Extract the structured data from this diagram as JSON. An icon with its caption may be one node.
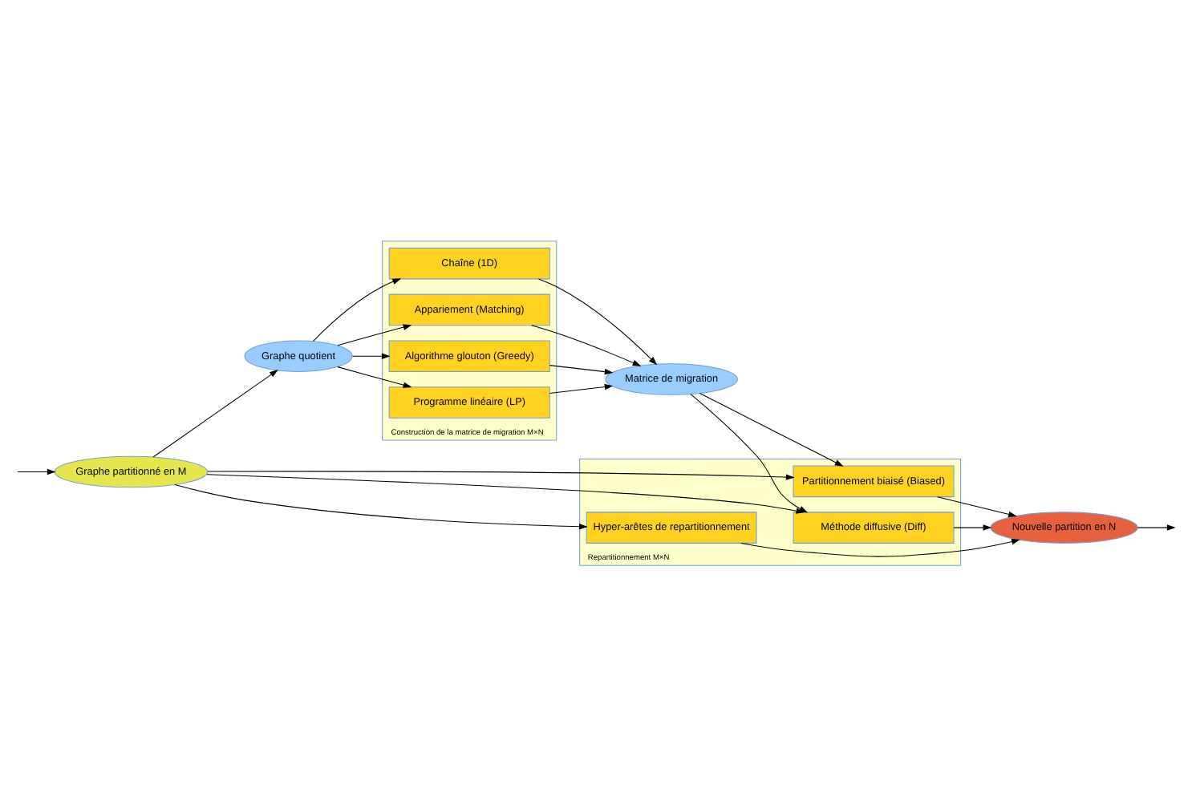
{
  "diagram": {
    "nodes": [
      {
        "text": [
          "Graphe quotient"
        ]
      },
      {
        "text": [
          "Construction de la matrice de migration M×N"
        ]
      },
      {
        "text": [
          "Chaîne (1D)"
        ],
        "in": 1
      },
      {
        "text": [
          "Appariement (Matching)"
        ],
        "in": 1
      },
      {
        "text": [
          "Algorithme glouton (Greedy)"
        ],
        "in": 1
      },
      {
        "text": [
          "Programme linéaire (LP)"
        ],
        "in": 1
      },
      {
        "text": [
          "Matrice de migration"
        ]
      },
      {
        "text": [
          "Repartitionnement M×N"
        ]
      },
      {
        "text": [
          "Partitionnement biaisé (Biased)"
        ],
        "in": 7
      },
      {
        "text": [
          "Méthode diffusive (Diff)"
        ],
        "in": 7
      },
      {
        "text": [
          "Hyper-arêtes de repartitionnement"
        ],
        "in": 7
      },
      {
        "text": [
          "Graphe partitionné en M"
        ]
      },
      {
        "text": [
          "Nouvelle partition en N"
        ]
      }
    ],
    "edges": [
      {
        "from": null,
        "to": 11,
        "arrow": "to"
      },
      {
        "from": 11,
        "to": 0,
        "arrow": "to"
      },
      {
        "from": 0,
        "to": 2,
        "arrow": "to"
      },
      {
        "from": 0,
        "to": 3,
        "arrow": "to"
      },
      {
        "from": 0,
        "to": 4,
        "arrow": "to"
      },
      {
        "from": 0,
        "to": 5,
        "arrow": "to"
      },
      {
        "from": 2,
        "to": 6,
        "arrow": "to"
      },
      {
        "from": 3,
        "to": 6,
        "arrow": "to"
      },
      {
        "from": 4,
        "to": 6,
        "arrow": "to"
      },
      {
        "from": 5,
        "to": 6,
        "arrow": "to"
      },
      {
        "from": 6,
        "to": 8,
        "arrow": "to"
      },
      {
        "from": 6,
        "to": 9,
        "arrow": "to"
      },
      {
        "from": 11,
        "to": 8,
        "arrow": "to"
      },
      {
        "from": 11,
        "to": 9,
        "arrow": "to"
      },
      {
        "from": 11,
        "to": 10,
        "arrow": "to"
      },
      {
        "from": 8,
        "to": 12,
        "arrow": "to"
      },
      {
        "from": 9,
        "to": 12,
        "arrow": "to"
      },
      {
        "from": 10,
        "to": 12,
        "arrow": "to"
      },
      {
        "from": 12,
        "to": null,
        "arrow": "to"
      }
    ]
  }
}
